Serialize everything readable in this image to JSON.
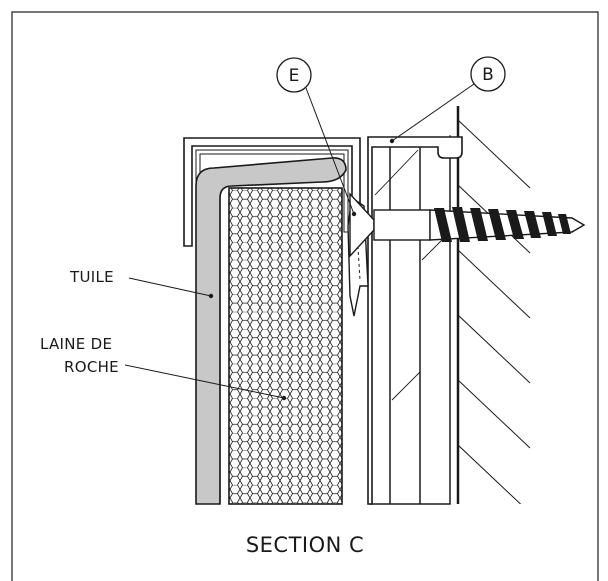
{
  "title": "SECTION C",
  "labels": {
    "tile": "TUILE",
    "insulation_line1": "LAINE DE",
    "insulation_line2": "ROCHE"
  },
  "callouts": {
    "e": "E",
    "b": "B"
  },
  "colors": {
    "line": "#1a1a1a",
    "tile_fill": "#c8c8c8",
    "background": "#ffffff"
  }
}
